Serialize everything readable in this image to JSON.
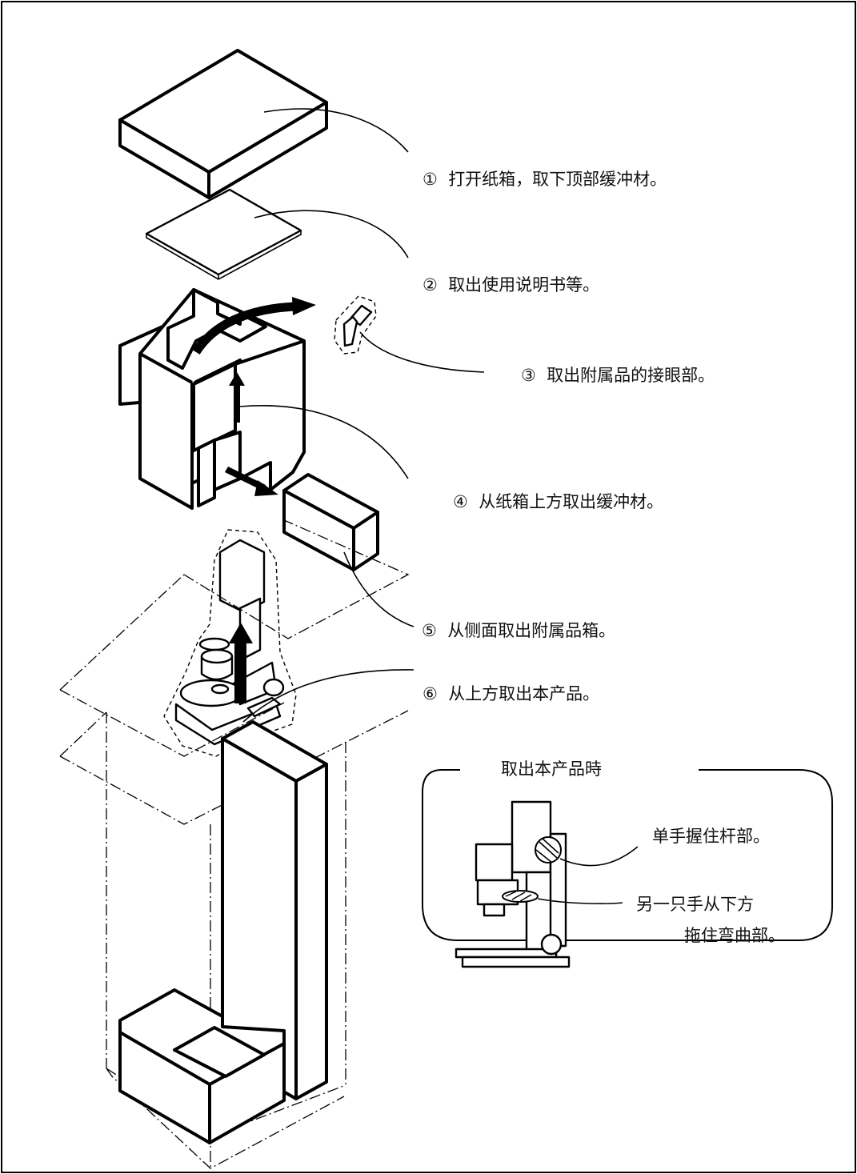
{
  "steps": [
    {
      "num": "①",
      "text": "打开纸箱，取下顶部缓冲材。"
    },
    {
      "num": "②",
      "text": "取出使用说明书等。"
    },
    {
      "num": "③",
      "text": "取出附属品的接眼部。"
    },
    {
      "num": "④",
      "text": "从纸箱上方取出缓冲材。"
    },
    {
      "num": "⑤",
      "text": "从侧面取出附属品箱。"
    },
    {
      "num": "⑥",
      "text": "从上方取出本产品。"
    }
  ],
  "inset": {
    "title": "取出本产品時",
    "note1": "单手握住杆部。",
    "note2_line1": "另一只手从下方",
    "note2_line2": "拖住弯曲部。"
  }
}
